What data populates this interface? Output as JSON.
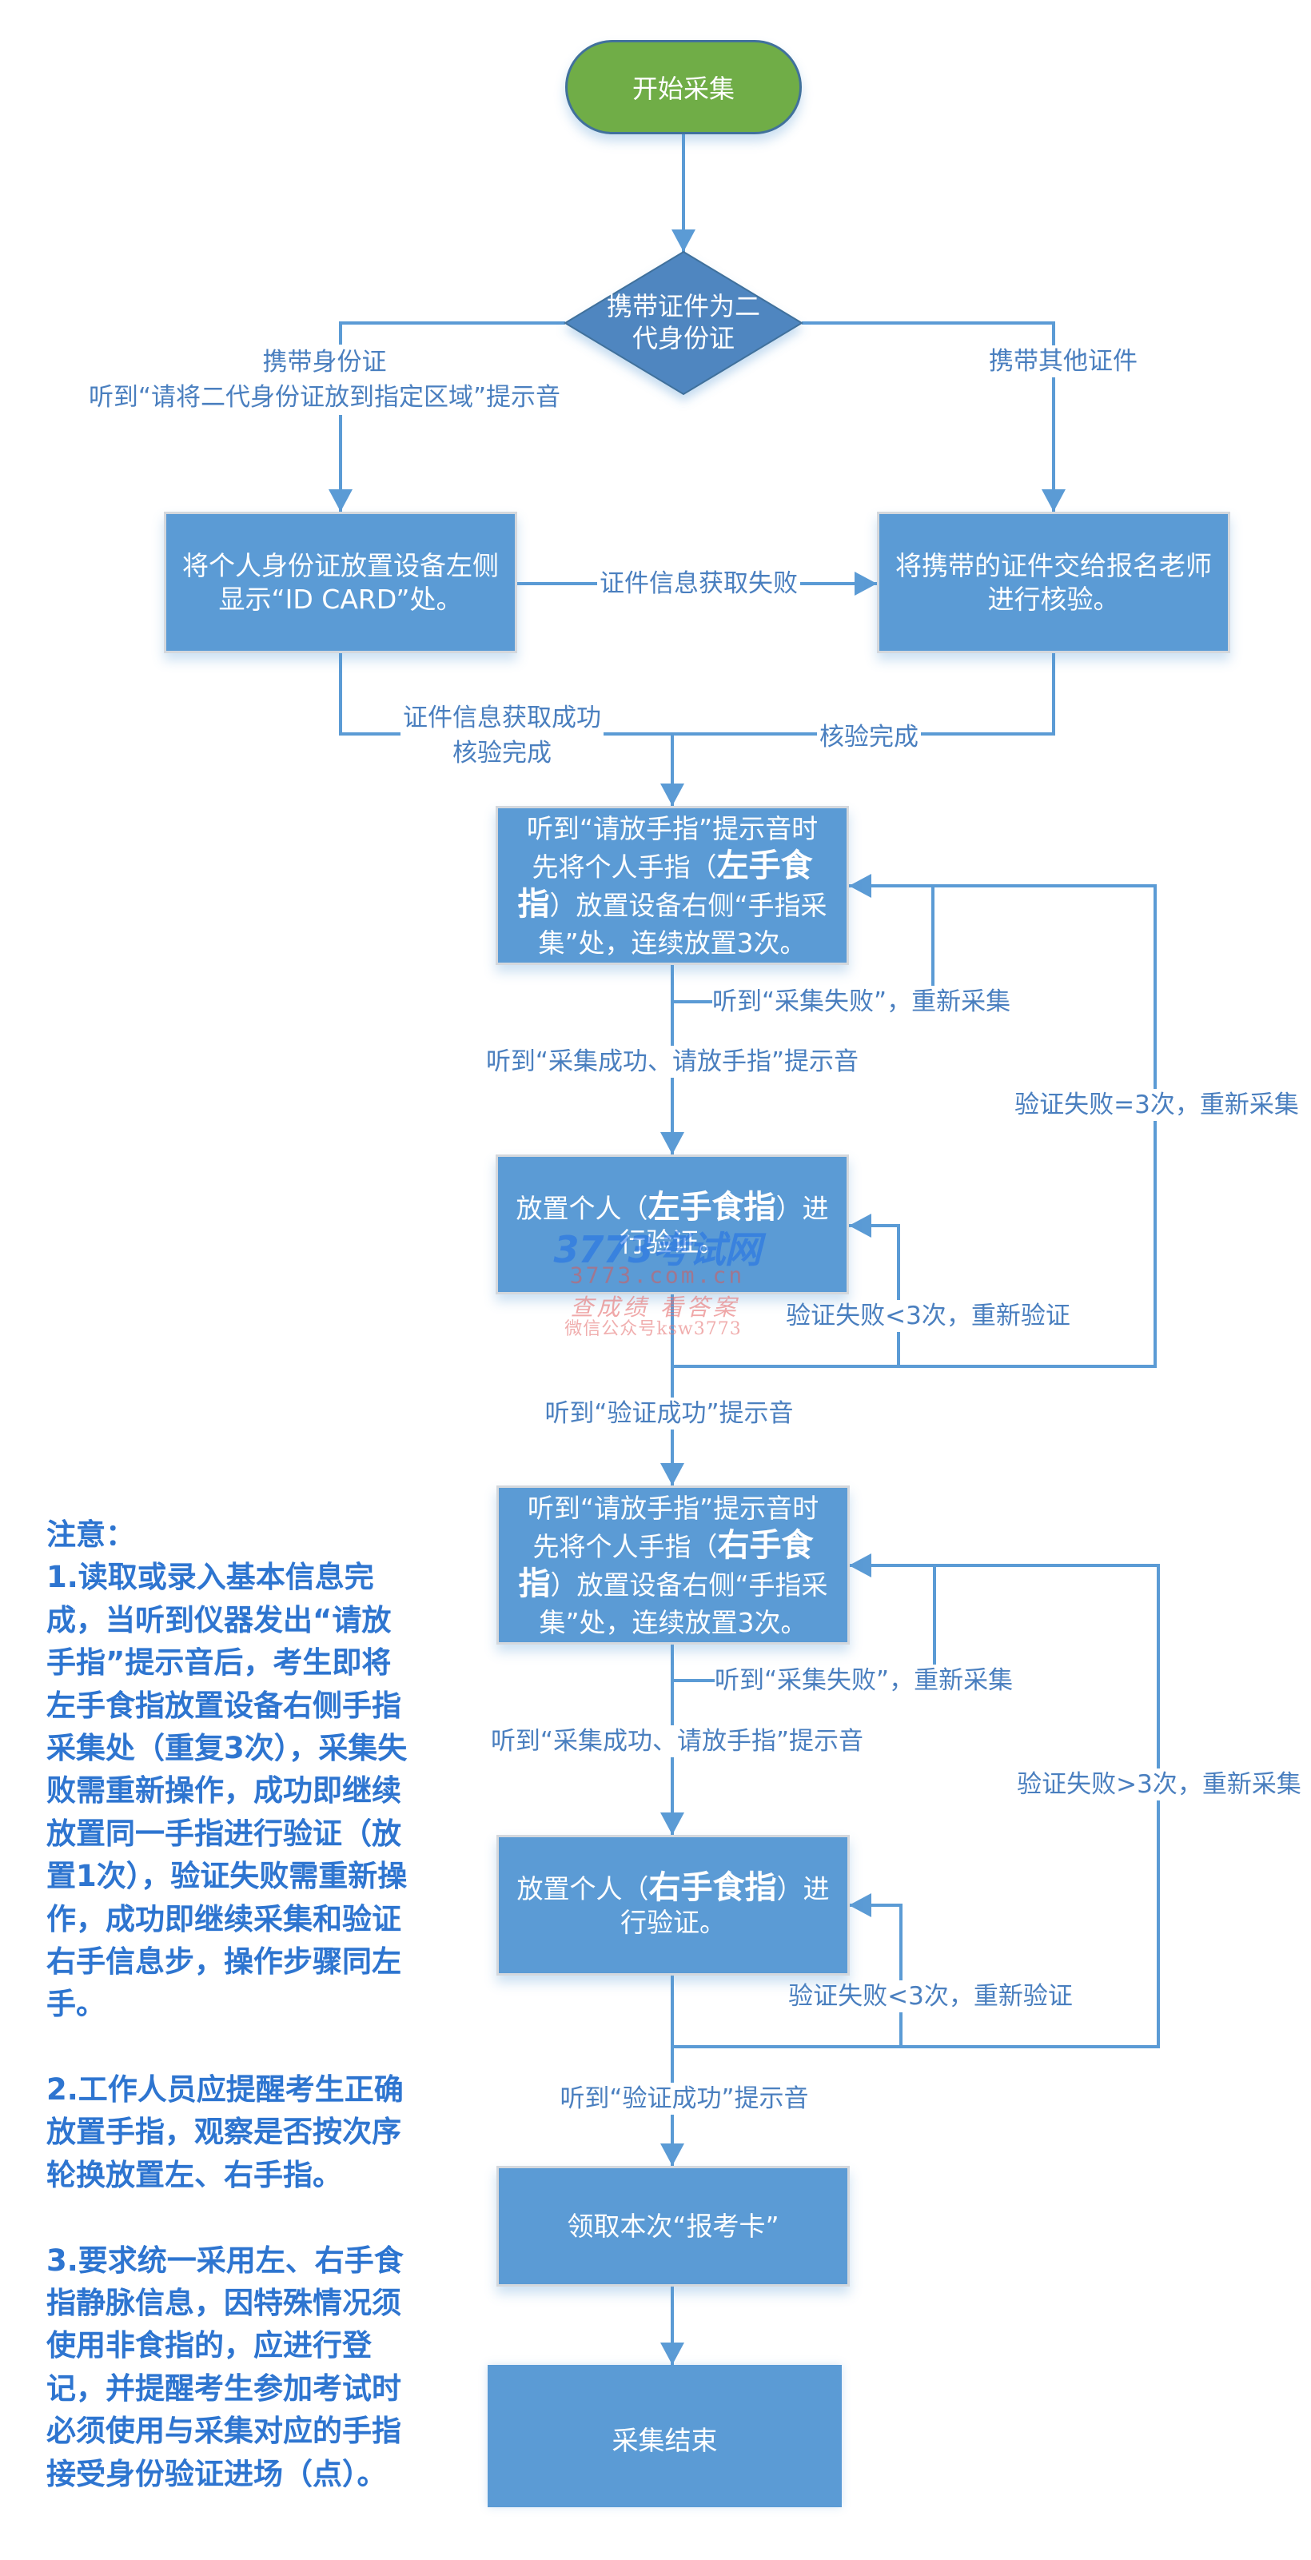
{
  "theme": {
    "box": "#5b9bd5",
    "start": "#70ad47",
    "decision": "#4f86c0",
    "connector": "#5b9bd5",
    "label": "#4a7fbf",
    "notes": "#2e75d0"
  },
  "flowchart": {
    "start": "开始采集",
    "decision": {
      "line1": "携带证件为二",
      "line2": "代身份证"
    },
    "branch_id_card": {
      "line1": "携带身份证",
      "line2": "听到“请将二代身份证放到指定区域”提示音"
    },
    "branch_other": "携带其他证件",
    "id_card_step": {
      "line1": "将个人身份证放置设备左侧",
      "line2": "显示“ID CARD”处。"
    },
    "other_cert_step": {
      "line1": "将携带的证件交给报名老师",
      "line2": "进行核验。"
    },
    "id_read_fail": "证件信息获取失败",
    "id_read_success": {
      "line1": "证件信息获取成功",
      "line2": "核验完成"
    },
    "other_verified": "核验完成",
    "left_collect": {
      "line1": "听到“请放手指”提示音时",
      "line2_pre": "先将个人手指（",
      "line2_bold": "左手食",
      "line3_bold": "指",
      "line3_post": "）放置设备右侧“手指采",
      "line4": "集”处，连续放置3次。"
    },
    "left_collect_fail": "听到“采集失败”，重新采集",
    "left_collect_success": "听到“采集成功、请放手指”提示音",
    "left_verify": {
      "line1_pre": "放置个人（",
      "line1_bold": "左手食指",
      "line1_post": "）进",
      "line2": "行验证。"
    },
    "left_verify_retry": "验证失败<3次，重新验证",
    "left_verify_recollect": "验证失败=3次，重新采集",
    "left_verify_success": "听到“验证成功”提示音",
    "right_collect": {
      "line1": "听到“请放手指”提示音时",
      "line2_pre": "先将个人手指（",
      "line2_bold": "右手食",
      "line3_bold": "指",
      "line3_post": "）放置设备右侧“手指采",
      "line4": "集”处，连续放置3次。"
    },
    "right_collect_fail": "听到“采集失败”，重新采集",
    "right_collect_success": "听到“采集成功、请放手指”提示音",
    "right_verify": {
      "line1_pre": "放置个人（",
      "line1_bold": "右手食指",
      "line1_post": "）进",
      "line2": "行验证。"
    },
    "right_verify_retry": "验证失败<3次，重新验证",
    "right_verify_recollect": "验证失败>3次，重新采集",
    "right_verify_success": "听到“验证成功”提示音",
    "get_card": "领取本次“报考卡”",
    "end": "采集结束"
  },
  "watermark": {
    "logo": "3773考试网",
    "url": "3773.com.cn",
    "slogan": "查成绩 看答案",
    "wechat": "微信公众号ksw3773"
  },
  "notes": {
    "title": "注意：",
    "items": [
      {
        "lines": [
          "1.读取或录入基本信息完",
          "成，当听到仪器发出“请放",
          "手指”提示音后，考生即将",
          "左手食指放置设备右侧手指",
          "采集处（重复3次），采集失",
          "败需重新操作，成功即继续",
          "放置同一手指进行验证（放",
          "置1次），验证失败需重新操",
          "作，成功即继续采集和验证",
          "右手信息步，操作步骤同左",
          "手。"
        ]
      },
      {
        "lines": [
          "2.工作人员应提醒考生正确",
          "放置手指，观察是否按次序",
          "轮换放置左、右手指。"
        ]
      },
      {
        "lines": [
          "3.要求统一采用左、右手食",
          "指静脉信息，因特殊情况须",
          "使用非食指的，应进行登",
          "记，并提醒考生参加考试时",
          "必须使用与采集对应的手指",
          "接受身份验证进场（点）。"
        ]
      }
    ]
  }
}
